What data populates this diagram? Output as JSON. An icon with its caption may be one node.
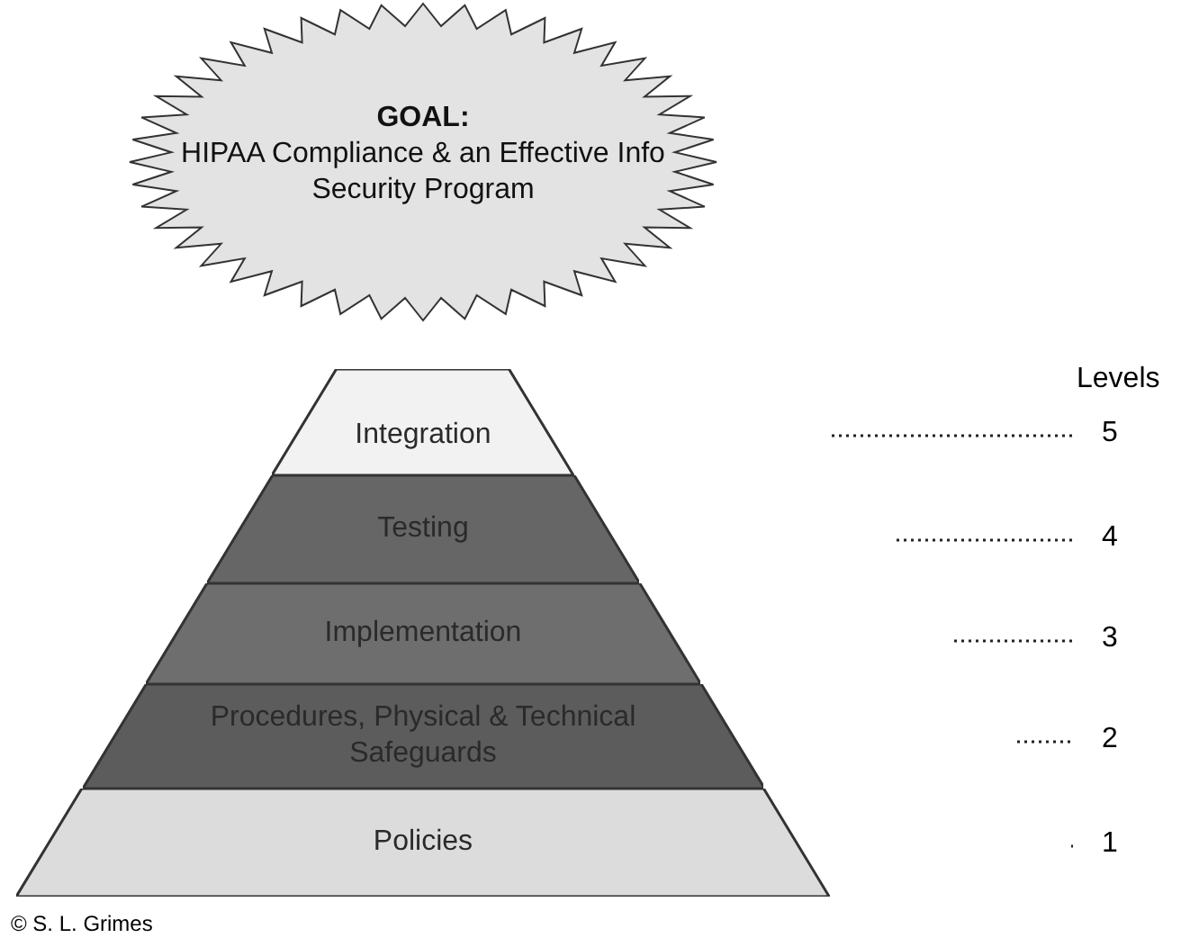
{
  "diagram": {
    "nodes": [
      {
        "text": [
          "GOAL:",
          "HIPAA Compliance & an Effective Info Security Program"
        ]
      },
      {
        "text": [
          "Integration"
        ]
      },
      {
        "text": [
          "Testing"
        ]
      },
      {
        "text": [
          "Implementation"
        ]
      },
      {
        "text": [
          "Procedures, Physical & Technical Safeguards"
        ]
      },
      {
        "text": [
          "Policies"
        ]
      }
    ],
    "edges": [],
    "labels": [
      "Levels",
      "5",
      "4",
      "3",
      "2",
      "1",
      "© S. L. Grimes"
    ]
  }
}
